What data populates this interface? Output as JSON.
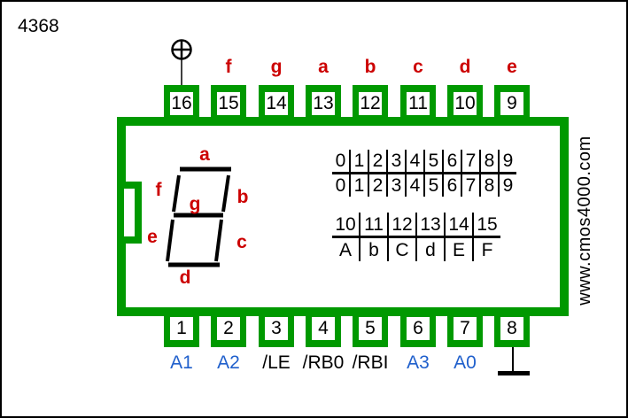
{
  "header": {
    "part_number": "4368"
  },
  "watermark": {
    "text": "www.cmos4000.com"
  },
  "colors": {
    "chip_green": "#009900",
    "segment_label_red": "#cc0000",
    "address_pin_blue": "#2060cc",
    "line_black": "#000000"
  },
  "top_pins": [
    {
      "number": "16",
      "label": ""
    },
    {
      "number": "15",
      "label": "f"
    },
    {
      "number": "14",
      "label": "g"
    },
    {
      "number": "13",
      "label": "a"
    },
    {
      "number": "12",
      "label": "b"
    },
    {
      "number": "11",
      "label": "c"
    },
    {
      "number": "10",
      "label": "d"
    },
    {
      "number": "9",
      "label": "e"
    }
  ],
  "bottom_pins": [
    {
      "number": "1",
      "label": "A1"
    },
    {
      "number": "2",
      "label": "A2"
    },
    {
      "number": "3",
      "label": "/LE"
    },
    {
      "number": "4",
      "label": "/RB0"
    },
    {
      "number": "5",
      "label": "/RBI"
    },
    {
      "number": "6",
      "label": "A3"
    },
    {
      "number": "7",
      "label": "A0"
    },
    {
      "number": "8",
      "label": ""
    }
  ],
  "icons": {
    "pin16_symbol": "power-plus-circle-icon",
    "pin8_symbol": "ground-icon"
  },
  "segment_display": {
    "labels": {
      "a": "a",
      "b": "b",
      "c": "c",
      "d": "d",
      "e": "e",
      "f": "f",
      "g": "g"
    }
  },
  "decode_tables": {
    "digits": {
      "inputs": [
        "0",
        "1",
        "2",
        "3",
        "4",
        "5",
        "6",
        "7",
        "8",
        "9"
      ],
      "outputs": [
        "0",
        "1",
        "2",
        "3",
        "4",
        "5",
        "6",
        "7",
        "8",
        "9"
      ]
    },
    "hex": {
      "inputs": [
        "10",
        "11",
        "12",
        "13",
        "14",
        "15"
      ],
      "outputs": [
        "A",
        "b",
        "C",
        "d",
        "E",
        "F"
      ]
    }
  }
}
